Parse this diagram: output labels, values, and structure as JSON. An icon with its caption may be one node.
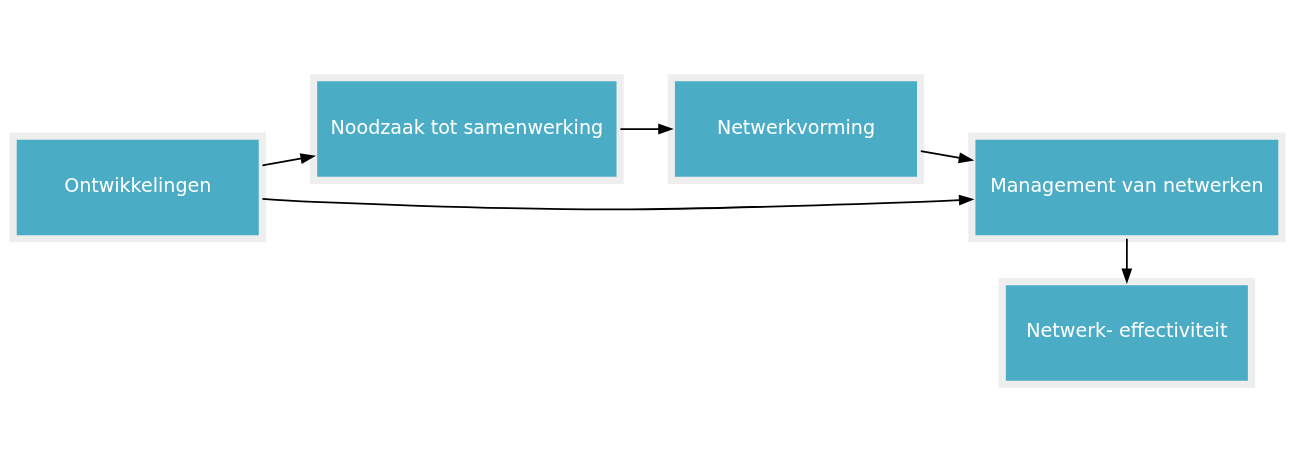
{
  "diagram": {
    "nodes": [
      {
        "text": [
          "Ontwikkelingen"
        ]
      },
      {
        "text": [
          "Noodzaak tot samenwerking"
        ]
      },
      {
        "text": [
          "Netwerkvorming"
        ]
      },
      {
        "text": [
          "Netwerk- effectiviteit"
        ]
      },
      {
        "text": [
          "Management van netwerken"
        ]
      }
    ],
    "edges": [
      {
        "from": 0,
        "to": 1,
        "arrow": "to"
      },
      {
        "from": 1,
        "to": 2,
        "arrow": "to"
      },
      {
        "from": 2,
        "to": 4,
        "arrow": "to"
      },
      {
        "from": 0,
        "to": 4,
        "arrow": "to"
      },
      {
        "from": 4,
        "to": 3,
        "arrow": "to"
      }
    ]
  }
}
